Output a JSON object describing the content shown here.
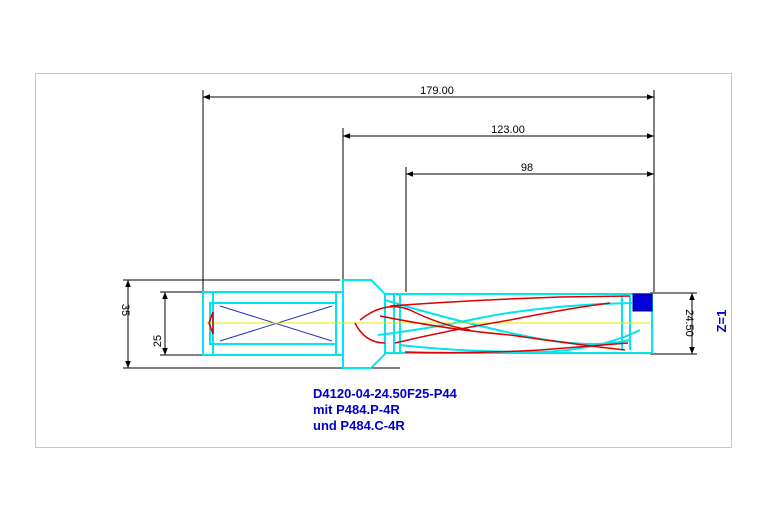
{
  "dimensions": {
    "overall_length": "179.00",
    "body_length": "123.00",
    "flute_length": "98",
    "shank_outer_diameter": "35",
    "shank_diameter": "25",
    "drill_diameter": "24.50"
  },
  "teeth_label": "Z=1",
  "description": {
    "line1": "D4120-04-24.50F25-P44",
    "line2": "mit P484.P-4R",
    "line3": "und P484.C-4R"
  },
  "colors": {
    "outline": "#00e5ee",
    "flute": "#dd0000",
    "dimension": "#000000",
    "text": "#0000cc",
    "insert": "#0000dd",
    "centerline": "#e8e800"
  }
}
